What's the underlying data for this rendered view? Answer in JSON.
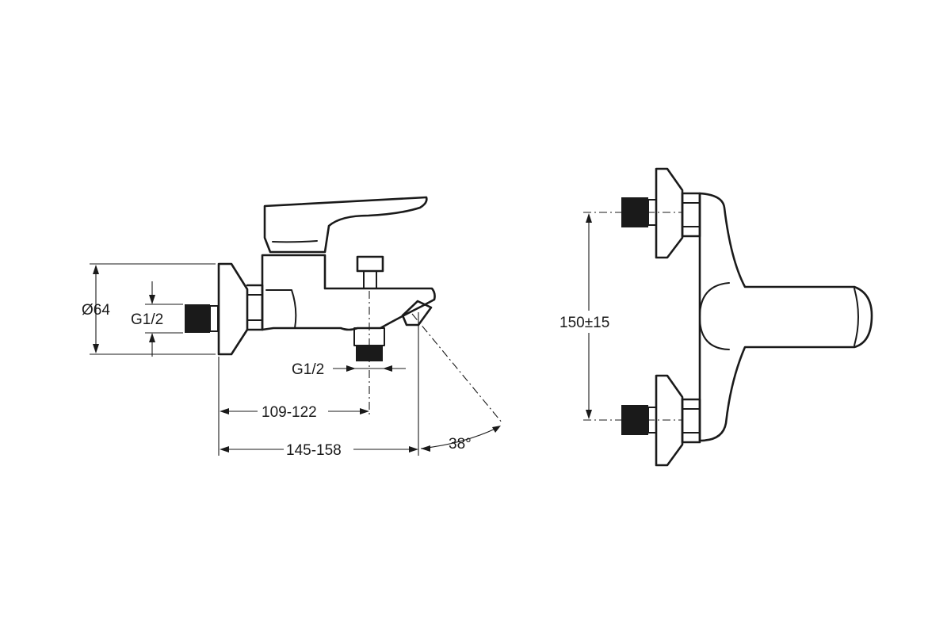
{
  "labels": {
    "diameter": "Ø64",
    "inlet_thread": "G1/2",
    "outlet_thread": "G1/2",
    "outlet_distance": "109-122",
    "spout_length": "145-158",
    "spout_angle": "38°",
    "inlet_spacing": "150±15"
  },
  "colors": {
    "line": "#1a1a1a",
    "background": "#ffffff"
  }
}
